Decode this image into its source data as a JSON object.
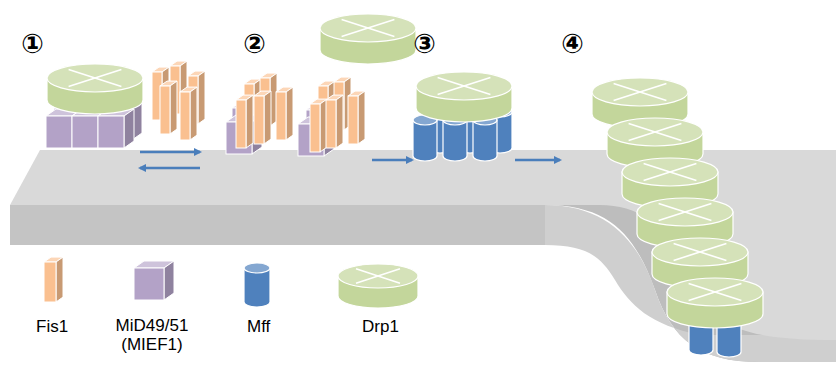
{
  "diagram": {
    "labels": [
      "①",
      "②",
      "③",
      "④"
    ],
    "legend": [
      {
        "text": "Fis1",
        "color": "#fac090"
      },
      {
        "text": "MiD49/51 (MIEF1)",
        "color": "#b3a2c7"
      },
      {
        "text": "Mff",
        "color": "#4f81bd"
      },
      {
        "text": "Drp1",
        "color": "#c3d69b"
      }
    ]
  }
}
